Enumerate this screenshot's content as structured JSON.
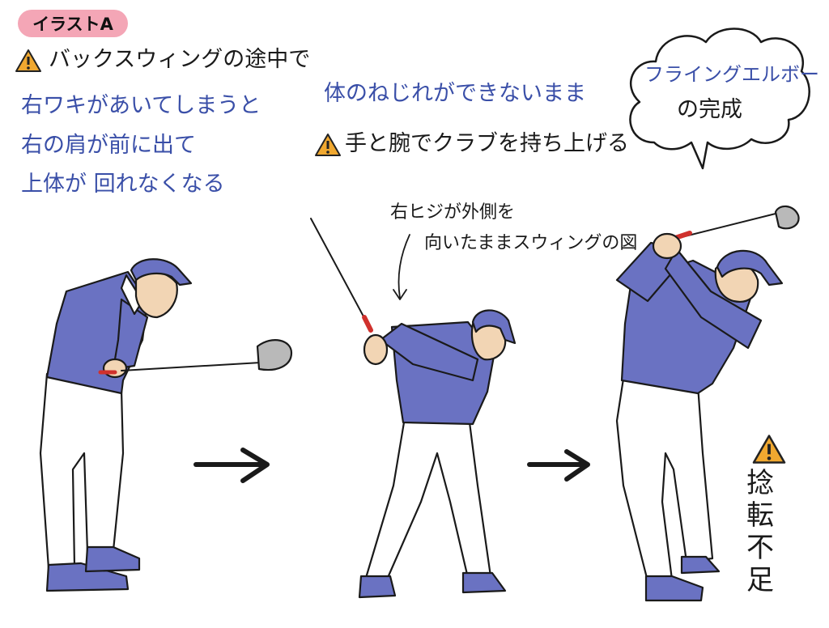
{
  "badge": "イラストA",
  "left": {
    "warn_line": "バックスウィングの途中で",
    "lines": [
      "右ワキがあいてしまうと",
      "右の肩が前に出て",
      "上体が 回れなくなる"
    ]
  },
  "center": {
    "line1": "体のねじれができないまま",
    "warn_line": "手と腕でクラブを持ち上げる",
    "note_lines": [
      "右ヒジが外側を",
      "向いたままスウィングの図"
    ]
  },
  "right": {
    "bubble_lines": [
      "フライングエルボー",
      "の完成"
    ],
    "vertical_chars": [
      "捻",
      "転",
      "不",
      "足"
    ]
  },
  "colors": {
    "sweater": "#6a72c2",
    "badge": "#f4a6b6",
    "warning": "#f0a830",
    "text_blue": "#3a4fa8",
    "grip": "#d0312d",
    "clubhead": "#b9b9b9"
  }
}
